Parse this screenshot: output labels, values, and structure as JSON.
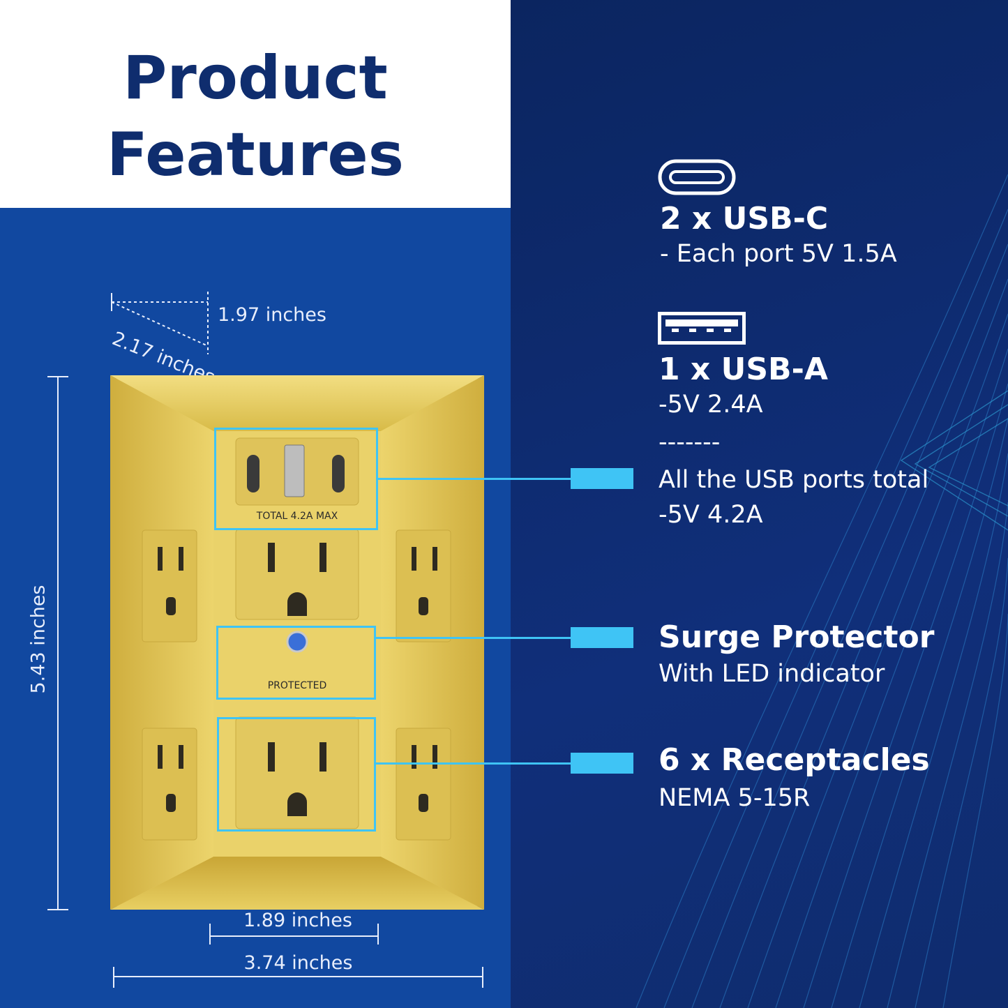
{
  "title": {
    "line1": "Product",
    "line2": "Features"
  },
  "dimensions": {
    "depth": "1.97 inches",
    "diagonal": "2.17 inches",
    "height": "5.43 inches",
    "inner_width": "1.89 inches",
    "outer_width": "3.74 inches"
  },
  "plate": {
    "usb_label": "TOTAL 4.2A MAX",
    "surge_label": "PROTECTED"
  },
  "features": {
    "usb_c": {
      "title": "2 x USB-C",
      "sub": "- Each port 5V 1.5A"
    },
    "usb_a": {
      "title": "1 x USB-A",
      "sub": "-5V 2.4A"
    },
    "divider": "-------",
    "usb_total": {
      "line1": "All the USB ports total",
      "line2": "-5V 4.2A"
    },
    "surge": {
      "title": "Surge Protector",
      "sub": "With LED indicator"
    },
    "receptacles": {
      "title": "6 x Receptacles",
      "sub": "NEMA 5-15R"
    }
  },
  "colors": {
    "title_text": "#0f2d6e",
    "left_bg": "#1148a0",
    "right_bg": "#0d2a6b",
    "callout": "#3fc4f5",
    "plate": "#e6cc5e"
  },
  "icons": [
    "usb-c-port-icon",
    "usb-a-port-icon"
  ]
}
